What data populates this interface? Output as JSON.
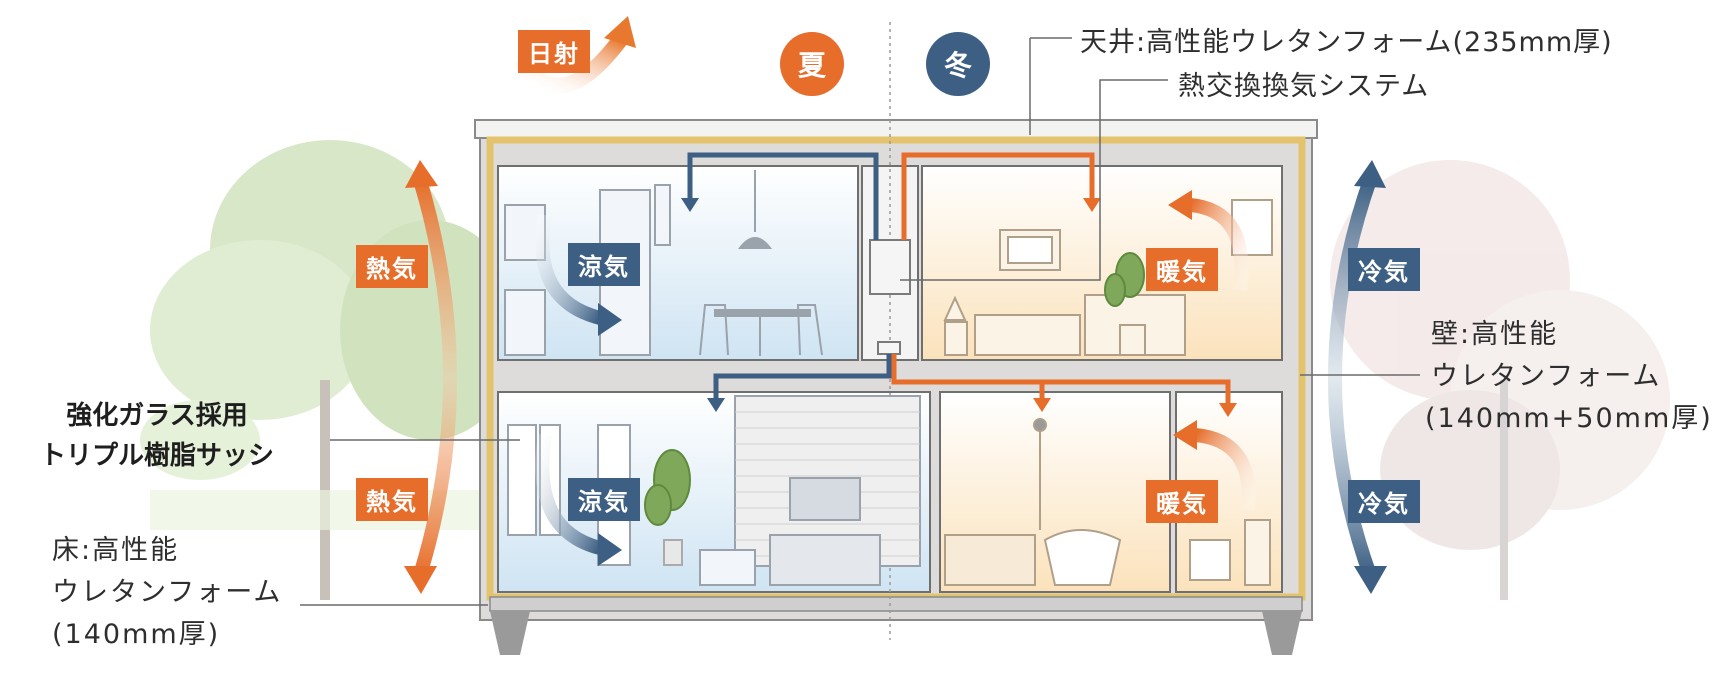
{
  "colors": {
    "summer_orange": "#e66d2a",
    "winter_blue": "#3c5f83",
    "insulation": "#e4c36f",
    "frame": "#8a8a8a"
  },
  "sunlight": {
    "label": "日射"
  },
  "seasons": {
    "summer": "夏",
    "winter": "冬"
  },
  "labels": {
    "ceiling": "天井:高性能ウレタンフォーム(235mm厚)",
    "ventilation": "熱交換換気システム",
    "wall": [
      "壁:高性能",
      "ウレタンフォーム",
      "(140mm+50mm厚)"
    ],
    "sash": [
      "強化ガラス採用",
      "トリプル樹脂サッシ"
    ],
    "floor": [
      "床:高性能",
      "ウレタンフォーム",
      "(140mm厚)"
    ]
  },
  "flows": {
    "outside_heat": "熱気",
    "inside_cool": "涼気",
    "inside_warm": "暖気",
    "outside_cold": "冷気"
  }
}
